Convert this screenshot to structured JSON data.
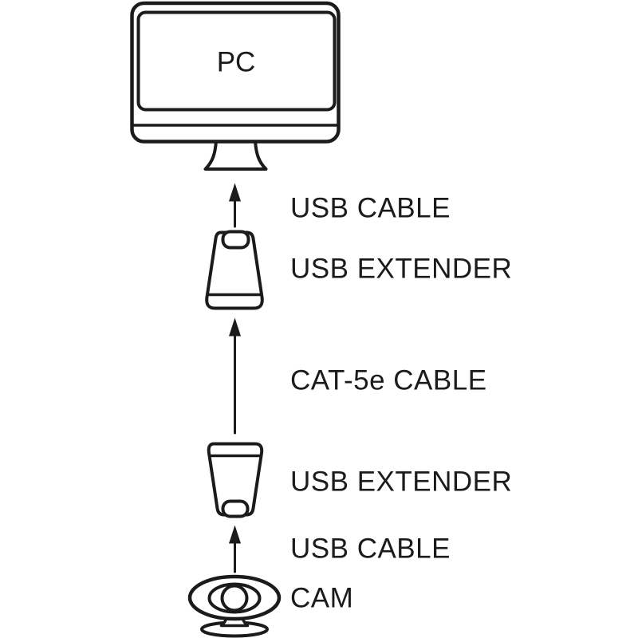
{
  "diagram": {
    "type": "connection-diagram",
    "colors": {
      "line": "#1b1b1b",
      "background": "#ffffff"
    },
    "nodes": {
      "pc": {
        "label": "PC",
        "icon": "pc-monitor-icon"
      },
      "extender_top": {
        "label": "USB EXTENDER",
        "icon": "usb-extender-icon"
      },
      "extender_bottom": {
        "label": "USB EXTENDER",
        "icon": "usb-extender-icon"
      },
      "cam": {
        "label": "CAM",
        "icon": "webcam-icon"
      }
    },
    "connections": {
      "usb_cable_top": {
        "label": "USB CABLE",
        "from": "extender_top",
        "to": "pc",
        "icon": "arrow-up-icon"
      },
      "cat5e_cable": {
        "label": "CAT-5e CABLE",
        "from": "extender_bottom",
        "to": "extender_top",
        "icon": "arrow-up-icon"
      },
      "usb_cable_bottom": {
        "label": "USB CABLE",
        "from": "cam",
        "to": "extender_bottom",
        "icon": "arrow-up-icon"
      }
    }
  }
}
